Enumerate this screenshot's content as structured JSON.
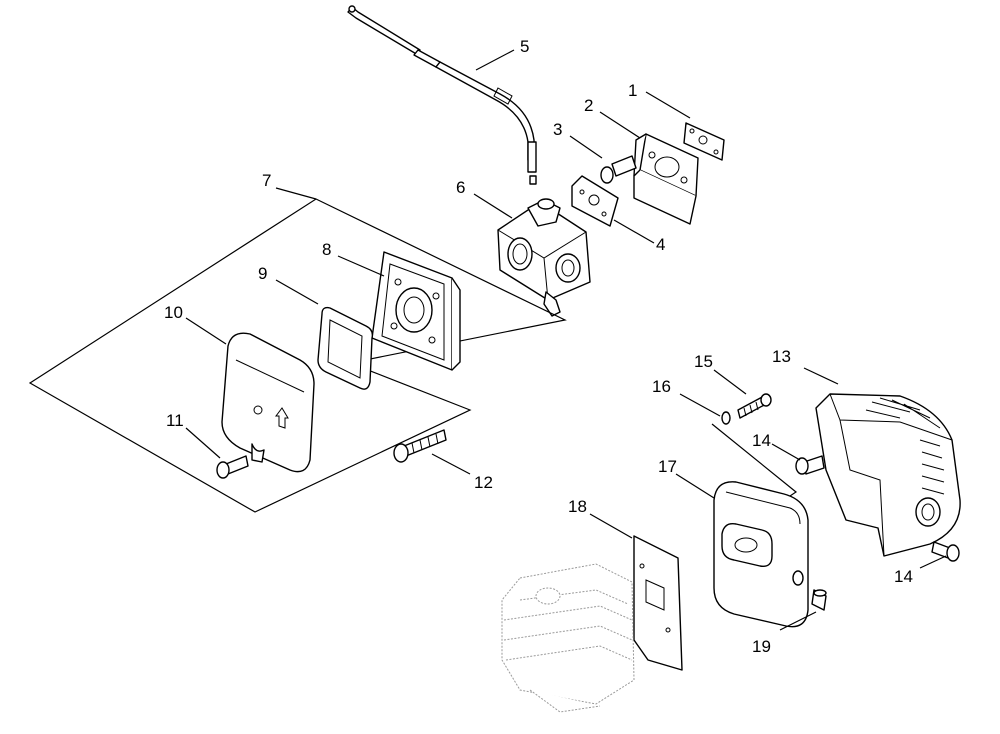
{
  "diagram": {
    "callouts": [
      {
        "id": "c1",
        "label": "1"
      },
      {
        "id": "c2",
        "label": "2"
      },
      {
        "id": "c3",
        "label": "3"
      },
      {
        "id": "c4",
        "label": "4"
      },
      {
        "id": "c5",
        "label": "5"
      },
      {
        "id": "c6",
        "label": "6"
      },
      {
        "id": "c7",
        "label": "7"
      },
      {
        "id": "c8",
        "label": "8"
      },
      {
        "id": "c9",
        "label": "9"
      },
      {
        "id": "c10",
        "label": "10"
      },
      {
        "id": "c11",
        "label": "11"
      },
      {
        "id": "c12",
        "label": "12"
      },
      {
        "id": "c13",
        "label": "13"
      },
      {
        "id": "c14a",
        "label": "14"
      },
      {
        "id": "c14b",
        "label": "14"
      },
      {
        "id": "c15",
        "label": "15"
      },
      {
        "id": "c16",
        "label": "16"
      },
      {
        "id": "c17",
        "label": "17"
      },
      {
        "id": "c18",
        "label": "18"
      },
      {
        "id": "c19",
        "label": "19"
      }
    ]
  }
}
